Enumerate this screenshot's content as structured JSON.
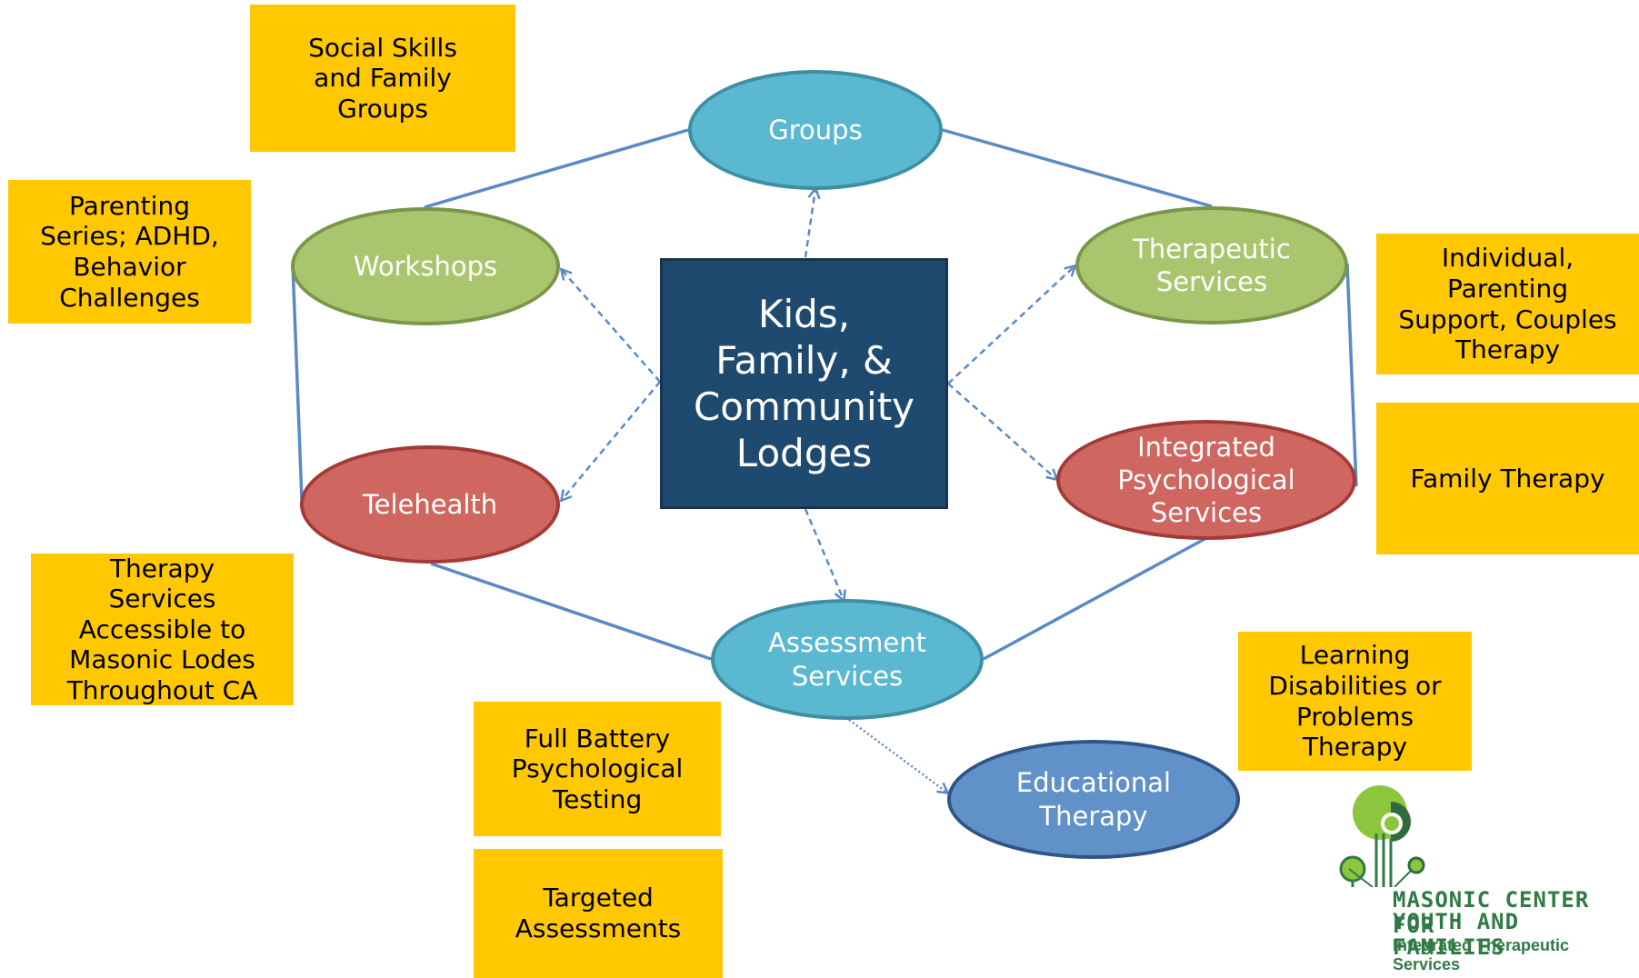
{
  "center": {
    "text": "Kids,\nFamily, &\nCommunity\nLodges"
  },
  "nodes": {
    "groups": "Groups",
    "workshops": "Workshops",
    "therapeutic": "Therapeutic Services",
    "telehealth": "Telehealth",
    "integrated": "Integrated Psychological Services",
    "assessment": "Assessment Services",
    "educational": "Educational Therapy"
  },
  "notes": {
    "social": "Social Skills and Family Groups",
    "parenting": "Parenting Series; ADHD, Behavior Challenges",
    "individual": "Individual, Parenting Support, Couples Therapy",
    "family": "Family Therapy",
    "telehealth_note": "Therapy Services Accessible to Masonic Lodes Throughout CA",
    "learning": "Learning Disabilities or Problems Therapy",
    "battery": "Full Battery Psychological Testing",
    "targeted": "Targeted Assessments"
  },
  "logo": {
    "line1": "MASONIC CENTER FOR",
    "line2": "YOUTH AND FAMILIES",
    "line3": "Integrated Therapeutic Services"
  },
  "colors": {
    "center": "#1f4a70",
    "note": "#ffc800",
    "connector": "#5a8ac6"
  }
}
